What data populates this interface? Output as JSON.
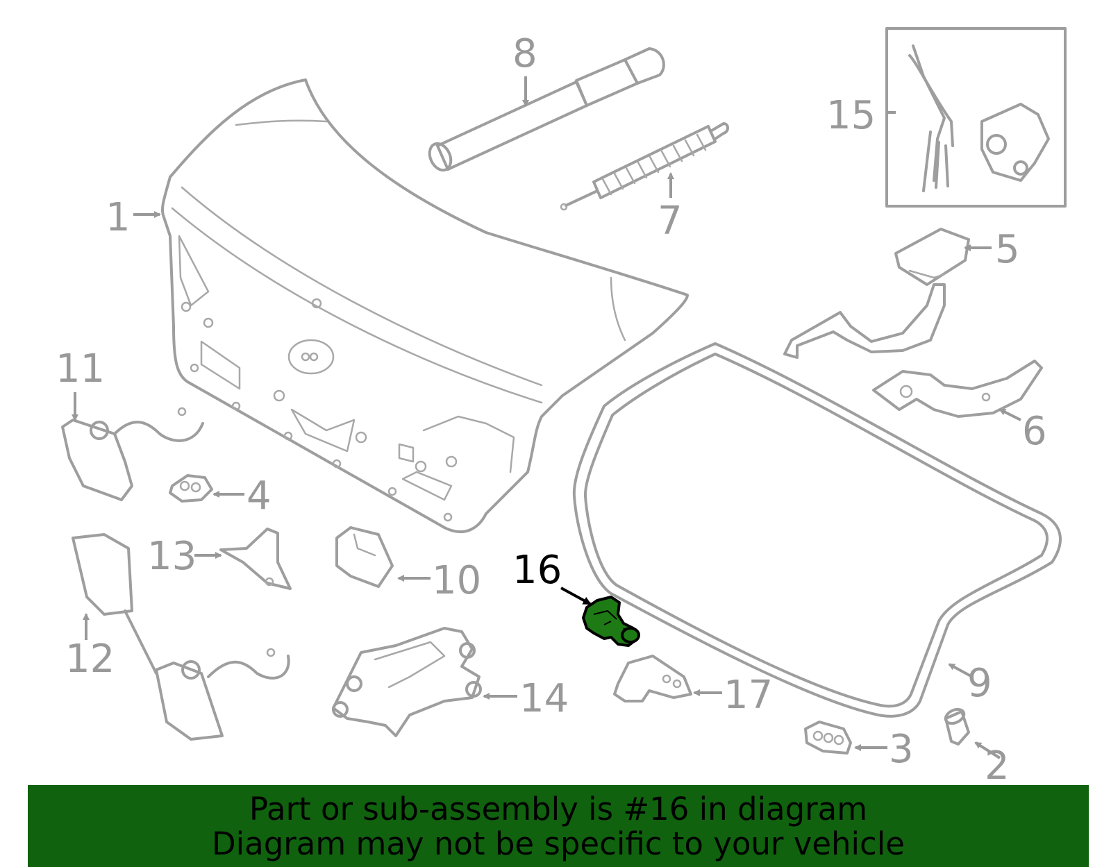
{
  "diagram": {
    "highlighted_part": "16",
    "callouts": [
      "1",
      "2",
      "3",
      "4",
      "5",
      "6",
      "7",
      "8",
      "9",
      "10",
      "11",
      "12",
      "13",
      "14",
      "15",
      "16",
      "17"
    ],
    "colors": {
      "part_stroke": "#9e9e9e",
      "highlight_fill": "#1d7a14",
      "banner": "#10620e"
    }
  },
  "banner": {
    "line1": "Part or sub-assembly is #16 in diagram",
    "line2": "Diagram may not be specific to your vehicle"
  }
}
